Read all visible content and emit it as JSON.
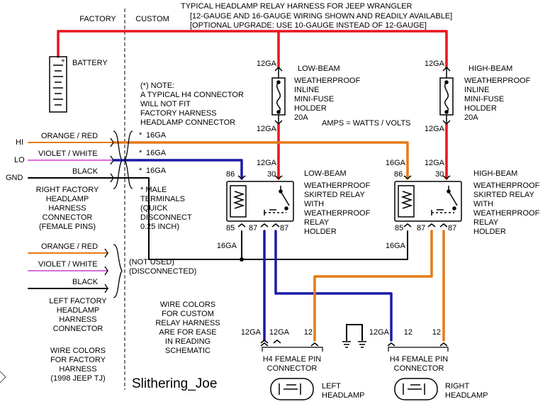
{
  "colors": {
    "red": "#e8141e",
    "orange": "#e57a16",
    "blue": "#1a1aa8",
    "violet": "#d86be0",
    "black": "#000000"
  },
  "header": {
    "factory": "FACTORY",
    "custom": "CUSTOM",
    "title": "TYPICAL HEADLAMP RELAY HARNESS FOR JEEP WRANGLER",
    "note1": "[12-GAUGE AND 16-GAUGE WIRING SHOWN AND READILY AVAILABLE]",
    "note2": "[OPTIONAL UPGRADE: USE 10-GAUGE INSTEAD OF 12-GAUGE]"
  },
  "battery": {
    "label": "BATTERY",
    "plus": "+",
    "minus": "−"
  },
  "h4_note": "(*) NOTE:\nA TYPICAL H4 CONNECTOR\nWILL NOT FIT\nFACTORY HARNESS\nHEADLAMP CONNECTOR",
  "amps_note": "AMPS = WATTS / VOLTS",
  "fuse_low": {
    "label": "LOW-BEAM",
    "desc": "WEATHERPROOF\nINLINE\nMINI-FUSE\nHOLDER\n20A",
    "gauge_top": "12GA",
    "gauge_bottom": "12GA"
  },
  "fuse_high": {
    "label": "HIGH-BEAM",
    "desc": "WEATHERPROOF\nINLINE\nMINI-FUSE\nHOLDER\n20A",
    "gauge_top": "12GA",
    "gauge_bottom": "12GA"
  },
  "relay_low": {
    "label": "LOW-BEAM",
    "desc": "WEATHERPROOF\nSKIRTED RELAY\nWITH\nWEATHERPROOF\nRELAY\nHOLDER",
    "pin86": "86",
    "pin30": "30",
    "pin85": "85",
    "pin87a": "87",
    "pin87b": "87",
    "gauge30": "12GA"
  },
  "relay_high": {
    "label": "HIGH-BEAM",
    "desc": "WEATHERPROOF\nSKIRTED RELAY\nWITH\nWEATHERPROOF\nRELAY\nHOLDER",
    "pin86": "86",
    "pin30": "30",
    "pin85": "85",
    "pin87a": "87",
    "pin87b": "87",
    "gauge86": "16GA",
    "gauge30": "12GA"
  },
  "right_factory": {
    "wires": [
      {
        "side": "HI",
        "label": "ORANGE / RED",
        "gauge": "16GA",
        "star": "*"
      },
      {
        "side": "LO",
        "label": "VIOLET / WHITE",
        "gauge": "16GA",
        "star": "*"
      },
      {
        "side": "GND",
        "label": "BLACK",
        "gauge": "16GA",
        "star": "*"
      }
    ],
    "caption": "RIGHT FACTORY\nHEADLAMP\nHARNESS\nCONNECTOR\n(FEMALE PINS)",
    "male_note": "* MALE\nTERMINALS\n(QUICK\nDISCONNECT\n0.25 INCH)"
  },
  "left_factory": {
    "wires": [
      "ORANGE / RED",
      "VIOLET / WHITE",
      "BLACK"
    ],
    "not_used": "(NOT USED)\n(DISCONNECTED)",
    "caption": "LEFT FACTORY\nHEADLAMP\nHARNESS\nCONNECTOR"
  },
  "ground_gauges": {
    "left85": "16GA",
    "right85": "16GA"
  },
  "color_note": "WIRE COLORS\nFOR CUSTOM\nRELAY HARNESS\nARE FOR EASE\nIN READING\nSCHEMATIC",
  "factory_color_note": "WIRE COLORS\nFOR FACTORY\nHARNESS\n(1998 JEEP TJ)",
  "connector_left": {
    "g1": "12GA",
    "g2": "12GA",
    "g3": "12",
    "caption": "H4 FEMALE PIN\nCONNECTOR"
  },
  "connector_right": {
    "g1": "12GA",
    "g2": "12",
    "g3": "12",
    "caption": "H4 FEMALE PIN\nCONNECTOR"
  },
  "headlamp_left": "LEFT\nHEADLAMP",
  "headlamp_right": "RIGHT\nHEADLAMP",
  "signature": "Slithering_Joe"
}
